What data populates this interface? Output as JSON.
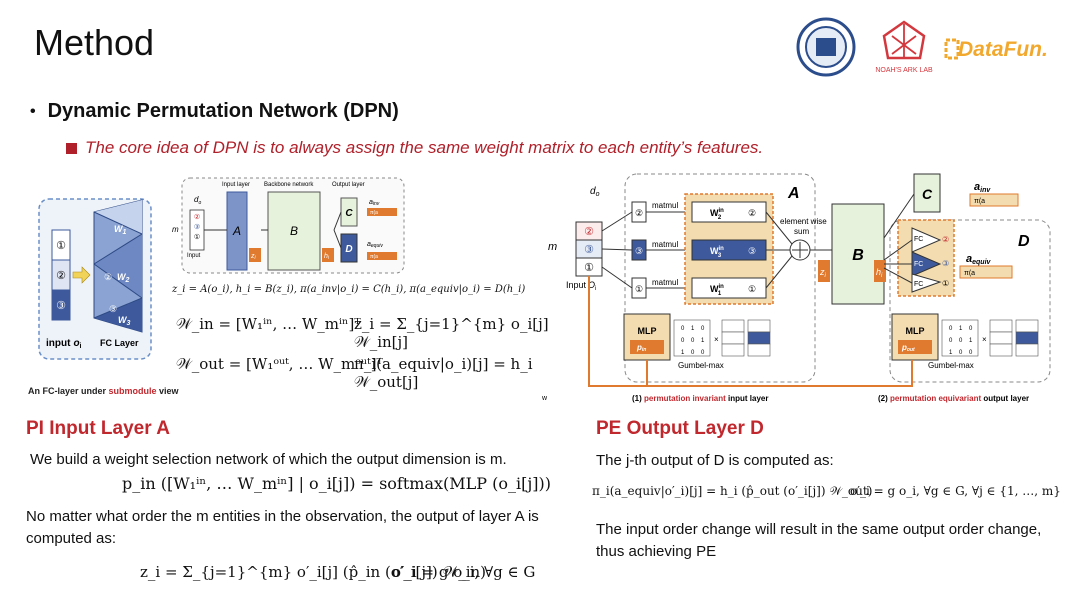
{
  "header": {
    "title": "Method",
    "logos": {
      "university_seal": "university-seal",
      "noah_label": "NOAH'S ARK LAB",
      "datafun_label": "DataFun."
    }
  },
  "section": {
    "bullet": "Dynamic Permutation Network (DPN)",
    "core_idea": "The core idea of DPN is to always assign the same weight matrix to each entity’s features."
  },
  "left_figure": {
    "caption_prefix": "An FC-layer under ",
    "caption_highlight": "submodule",
    "caption_suffix": " view",
    "input_label": "input",
    "input_var": "o",
    "input_sub": "i",
    "fc_label": "FC Layer",
    "w_labels": [
      "W",
      "W",
      "W"
    ],
    "w_subs": [
      "1",
      "2",
      "3"
    ],
    "circled": [
      "①",
      "②",
      "③"
    ],
    "layer_labels": [
      "Input layer",
      "Backbone network",
      "Output layer"
    ],
    "block_a": "A",
    "block_b": "B",
    "block_c": "C",
    "block_d": "D",
    "z_label": "z",
    "z_sub": "i",
    "h_label": "h",
    "h_sub": "i",
    "m_label": "m",
    "d_label": "d",
    "d_sub": "o",
    "a_inv": "a",
    "a_inv_sub": "inv",
    "a_equiv": "a",
    "a_equiv_sub": "equiv",
    "pi_inv": "π(a",
    "pi_equiv": "π(a",
    "input_small": "Input",
    "eq_line": "z_i = A(o_i), h_i = B(z_i), π(a_inv|o_i) = C(h_i), π(a_equiv|o_i) = D(h_i)",
    "eq_win": "𝒲_in = [W₁ⁱⁿ, … W_mⁱⁿ]ᵀ",
    "eq_zi": "z_i = Σ_{j=1}^{m} o_i[j] 𝒲_in[j]",
    "eq_wout": "𝒲_out = [W₁ᵒᵘᵗ, … W_mᵒᵘᵗ]ᵀ",
    "eq_pi": "π_i(a_equiv|o_i)[j] = h_i 𝒲_out[j]"
  },
  "right_figure": {
    "block_a": "A",
    "block_b": "B",
    "block_c": "C",
    "block_d": "D",
    "d_label": "d",
    "d_sub": "o",
    "m_label": "m",
    "input_label": "Input",
    "input_var": "O",
    "input_sub": "i",
    "matmul": [
      "matmul",
      "matmul",
      "matmul"
    ],
    "w_labels": [
      "W",
      "W",
      "W"
    ],
    "w_subs": [
      "2",
      "3",
      "1"
    ],
    "w_sup": "in",
    "circled_in": [
      "②",
      "③",
      "①"
    ],
    "element_wise": "element wise",
    "sum_label": "sum",
    "z_label": "z",
    "z_sub": "i",
    "h_label": "h",
    "h_sub": "i",
    "a_inv": "a",
    "a_inv_sub": "inv",
    "a_equiv": "a",
    "a_equiv_sub": "equiv",
    "pi_inv": "π(a",
    "pi_equiv": "π(a",
    "fc_labels": [
      "FC",
      "FC",
      "FC"
    ],
    "fc_circled": [
      "②",
      "③",
      "①"
    ],
    "mlp_label": "MLP",
    "p_in": "p",
    "p_out": "p",
    "gumbel": "Gumbel-max",
    "perm_rows": [
      [
        "0",
        "1",
        "0"
      ],
      [
        "0",
        "0",
        "1"
      ],
      [
        "1",
        "0",
        "0"
      ]
    ],
    "caption_left_num": "(1) ",
    "caption_left_hl": "permutation invariant",
    "caption_left_rest": " input layer",
    "caption_right_num": "(2) ",
    "caption_right_hl": "permutation equivariant",
    "caption_right_rest": " output layer",
    "stray_w": "w"
  },
  "pi_section": {
    "heading": "PI Input Layer A",
    "text1": "We build a weight selection network of which the output dimension is m.",
    "formula1": "p_in ([W₁ⁱⁿ, … W_mⁱⁿ] | o_i[j]) = softmax(MLP (o_i[j]))",
    "text2": "No matter what order the m entities in the observation, the output of layer A is computed as:",
    "formula2": "z_i = Σ_{j=1}^{m} o′_i[j] (p̂_in (o′_i[j]) 𝒲_in)",
    "formula2b": "o′_i = g o_i, ∀g ∈ G"
  },
  "pe_section": {
    "heading": "PE Output Layer D",
    "text1": "The j-th output of D is computed as:",
    "formula1": "π_i(a_equiv|o′_i)[j] = h_i (p̂_out (o′_i[j]) 𝒲_out)",
    "formula1b": "o′_i = g o_i, ∀g ∈ G, ∀j ∈ {1, …, m}",
    "text2": "The input order change will result in the same output order change, thus achieving PE"
  },
  "colors": {
    "accent_red": "#c0282e",
    "orange": "#e07a2e",
    "blue_block": "#3e5a9c",
    "green_block": "#e6f2dc",
    "tan": "#f3dcb0"
  }
}
